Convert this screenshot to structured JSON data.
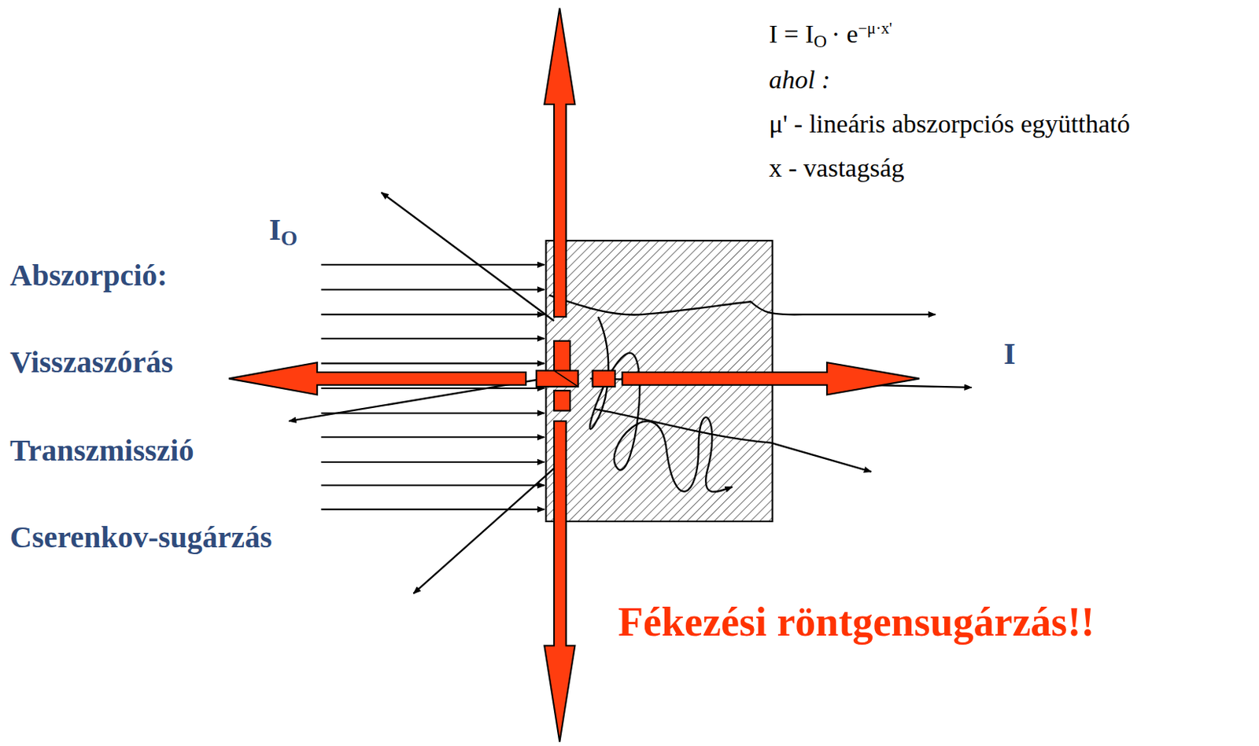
{
  "diagram": {
    "labels": [
      "I = I",
      "O",
      "· e",
      "−μ·x'",
      "ahol :",
      "μ' - lineáris abszorpciós együttható",
      "x - vastagság",
      "I",
      "O",
      "Abszorpció:",
      "Visszaszórás",
      "Transzmisszió",
      "Cserenkov-sugárzás",
      "I",
      "Fékezési röntgensugárzás!!"
    ]
  }
}
